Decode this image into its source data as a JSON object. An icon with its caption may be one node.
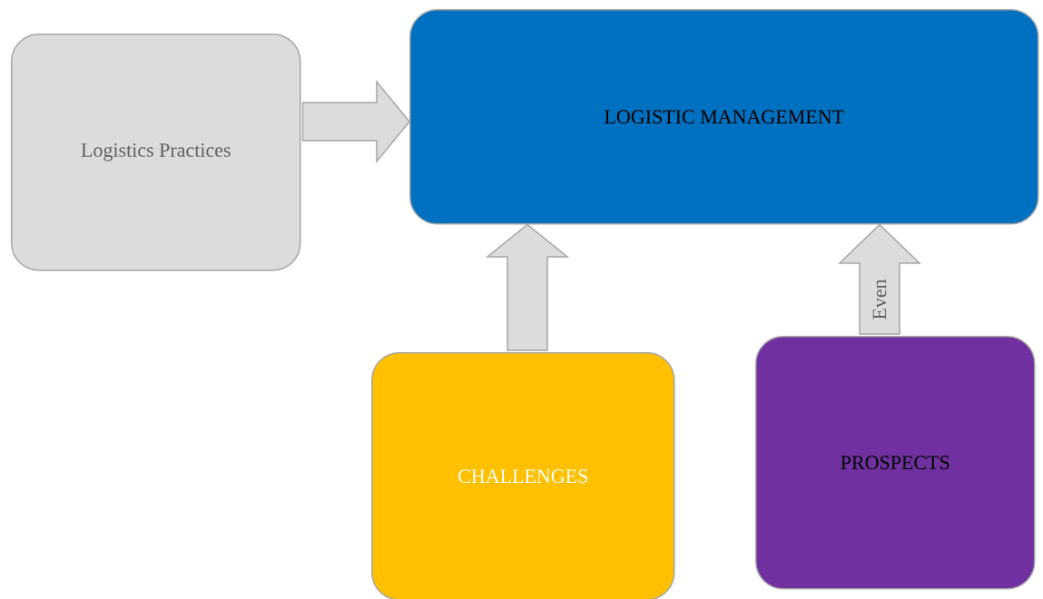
{
  "diagram": {
    "nodes": [
      {
        "text": [
          "Logistics Practices"
        ]
      },
      {
        "text": [
          "LOGISTIC MANAGEMENT"
        ]
      },
      {
        "text": [
          "CHALLENGES"
        ]
      },
      {
        "text": [
          "PROSPECTS"
        ]
      }
    ],
    "edges": [
      {
        "from": 0,
        "to": 1,
        "arrow": "to"
      },
      {
        "from": 2,
        "to": 1,
        "arrow": "to"
      },
      {
        "from": 3,
        "to": 1,
        "arrow": "to",
        "label": "Even"
      }
    ]
  }
}
